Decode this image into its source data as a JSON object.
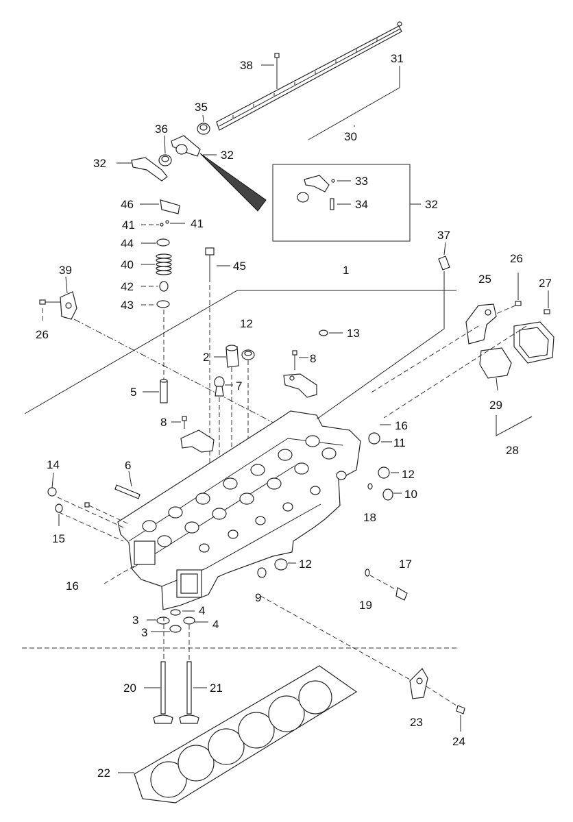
{
  "labels": {
    "l1": "1",
    "l2": "2",
    "l3a": "3",
    "l3b": "3",
    "l4a": "4",
    "l4b": "4",
    "l5": "5",
    "l6": "6",
    "l7": "7",
    "l8a": "8",
    "l8b": "8",
    "l9": "9",
    "l10": "10",
    "l11": "11",
    "l12a": "12",
    "l12b": "12",
    "l12c": "12",
    "l13": "13",
    "l14": "14",
    "l15": "15",
    "l16a": "16",
    "l16b": "16",
    "l17": "17",
    "l18": "18",
    "l19": "19",
    "l20": "20",
    "l21": "21",
    "l22": "22",
    "l23": "23",
    "l24": "24",
    "l25": "25",
    "l26a": "26",
    "l26b": "26",
    "l27": "27",
    "l28": "28",
    "l29": "29",
    "l30": "30",
    "l31": "31",
    "l32a": "32",
    "l32b": "32",
    "l32c": "32",
    "l33": "33",
    "l34": "34",
    "l35": "35",
    "l36": "36",
    "l37": "37",
    "l38": "38",
    "l39": "39",
    "l40": "40",
    "l41a": "41",
    "l41b": "41",
    "l42": "42",
    "l43": "43",
    "l44": "44",
    "l45": "45",
    "l46": "46"
  }
}
